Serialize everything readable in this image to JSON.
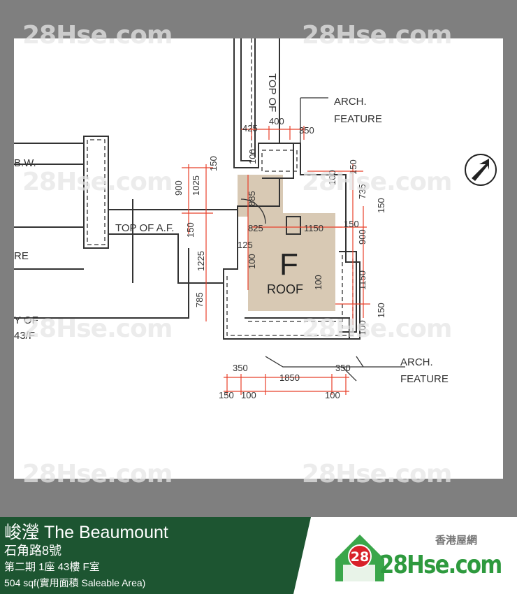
{
  "plan": {
    "unit_label": "F",
    "roof_label": "ROOF",
    "labels": {
      "top_of_vertical": "TOP OF",
      "arch_feature_top": [
        "ARCH.",
        "FEATURE"
      ],
      "arch_feature_bottom": [
        "ARCH.",
        "FEATURE"
      ],
      "bw": "B.W.",
      "top_of_af": "TOP OF A.F.",
      "re": "RE",
      "y_of": [
        "Y OF",
        "43/F"
      ]
    },
    "dimensions": [
      "425",
      "400",
      "350",
      "100",
      "150",
      "1025",
      "900",
      "885",
      "100",
      "735",
      "150",
      "150",
      "825",
      "1150",
      "150",
      "900",
      "125",
      "1225",
      "150",
      "100",
      "785",
      "100",
      "1150",
      "150",
      "100",
      "350",
      "1850",
      "350",
      "150",
      "100",
      "100"
    ],
    "colors": {
      "roof_fill": "#d8c9b4",
      "dimension_line": "#e8402a",
      "wall": "#333333"
    }
  },
  "watermark": {
    "text": "28Hse.com",
    "badge": "28"
  },
  "footer": {
    "title": "峻瀅 The Beaumount",
    "address": "石角路8號",
    "unit": "第二期 1座 43樓 F室",
    "area": "504 sqf(實用面積 Saleable Area)",
    "logo_tagline": "香港屋網",
    "logo_text": "28Hse.com",
    "logo_badge": "28",
    "colors": {
      "panel": "#1d5531",
      "logo_green": "#2e9a3e",
      "badge_red": "#d8222a"
    }
  }
}
